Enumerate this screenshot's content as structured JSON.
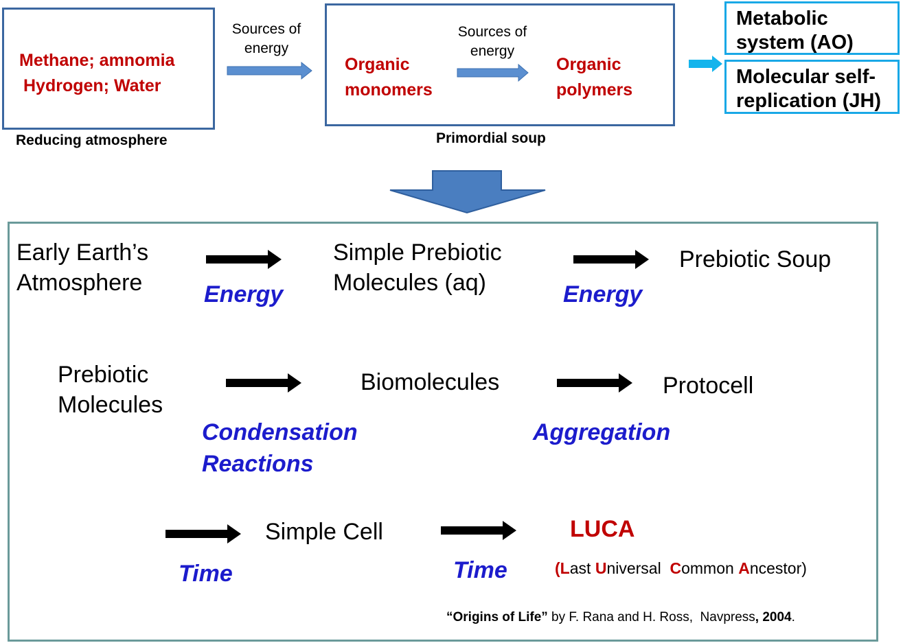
{
  "top": {
    "atmosphere_box": {
      "line1": "Methane; amnomia",
      "line2": "Hydrogen; Water",
      "caption": "Reducing atmosphere"
    },
    "energy_label_1": {
      "line1": "Sources of",
      "line2": "energy"
    },
    "soup_box": {
      "monomers": {
        "line1": "Organic",
        "line2": "monomers"
      },
      "energy_label": {
        "line1": "Sources of",
        "line2": "energy"
      },
      "polymers": {
        "line1": "Organic",
        "line2": "polymers"
      },
      "caption": "Primordial soup"
    },
    "outcomes": [
      {
        "line1": "Metabolic",
        "line2": "system    (AO)"
      },
      {
        "line1": "Molecular self-",
        "line2": "replication (JH)"
      }
    ]
  },
  "bottom": {
    "row1": {
      "start": {
        "line1": "Early Earth’s",
        "line2": "Atmosphere"
      },
      "process1": "Energy",
      "middle": {
        "line1": "Simple Prebiotic",
        "line2": "Molecules (aq)"
      },
      "process2": "Energy",
      "end": "Prebiotic Soup"
    },
    "row2": {
      "start": {
        "line1": "Prebiotic",
        "line2": "Molecules"
      },
      "process1": {
        "line1": "Condensation",
        "line2": "Reactions"
      },
      "middle": "Biomolecules",
      "process2": "Aggregation",
      "end": "Protocell"
    },
    "row3": {
      "process1": "Time",
      "middle": "Simple Cell",
      "process2": "Time",
      "end": "LUCA",
      "luca_expansion": [
        {
          "initial": "L",
          "rest": "ast "
        },
        {
          "initial": "U",
          "rest": "niversal  "
        },
        {
          "initial": "C",
          "rest": "ommon "
        },
        {
          "initial": "A",
          "rest": "ncestor"
        }
      ],
      "paren_open": "(",
      "paren_close": ")"
    },
    "citation": {
      "title": "“Origins of Life”",
      "authors": " by F. Rana and H. Ross,  Navpress",
      "comma": ",",
      "year": " 2004",
      "period": "."
    }
  },
  "colors": {
    "red_text": "#c00000",
    "blue_text": "#1c1ccc",
    "box_border": "#3b67a0",
    "outcome_border": "#19a8e6",
    "panel_border": "#6a9a9a",
    "arrow_blue": "#5b8fd0",
    "arrow_cyan": "#14b4ec",
    "down_arrow_fill": "#4a7ec0"
  }
}
